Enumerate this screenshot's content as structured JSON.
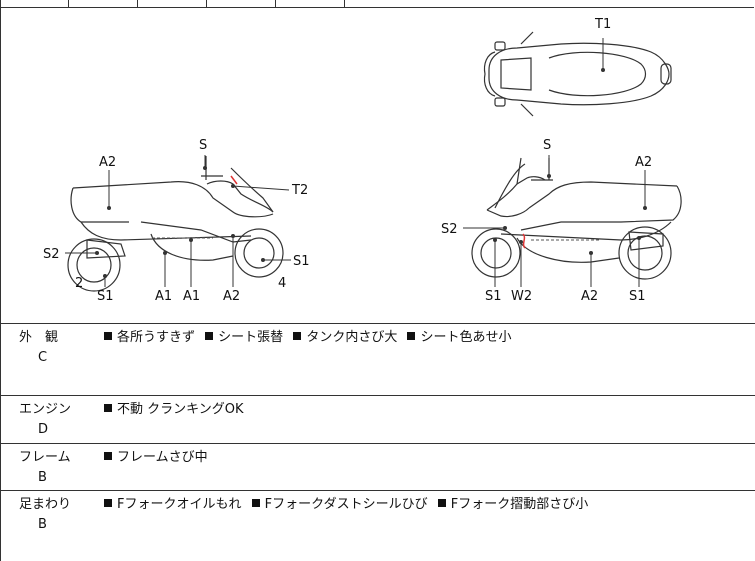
{
  "diagram": {
    "labels": {
      "t1": "T1",
      "s_left": "S",
      "a2_left_top": "A2",
      "t2": "T2",
      "s2_left": "S2",
      "s1_right_front": "S1",
      "n2": "2",
      "n4": "4",
      "s1_left_bottom": "S1",
      "a1_first": "A1",
      "a1_second": "A1",
      "a2_left_bottom": "A2",
      "s_right": "S",
      "a2_right_top": "A2",
      "s2_right": "S2",
      "s1_right_bottom_front": "S1",
      "w2": "W2",
      "a2_right_bottom": "A2",
      "s1_right_bottom_rear": "S1"
    }
  },
  "rows": [
    {
      "category": "外　観",
      "grade": "C",
      "items": [
        "各所うすきず",
        "シート張替",
        "タンク内さび大",
        "シート色あせ小"
      ]
    },
    {
      "category": "エンジン",
      "grade": "D",
      "items": [
        "不動 クランキングOK"
      ]
    },
    {
      "category": "フレーム",
      "grade": "B",
      "items": [
        "フレームさび中"
      ]
    },
    {
      "category": "足まわり",
      "grade": "B",
      "items": [
        "Fフォークオイルもれ",
        "Fフォークダストシールひび",
        "Fフォーク摺動部さび小"
      ]
    }
  ]
}
